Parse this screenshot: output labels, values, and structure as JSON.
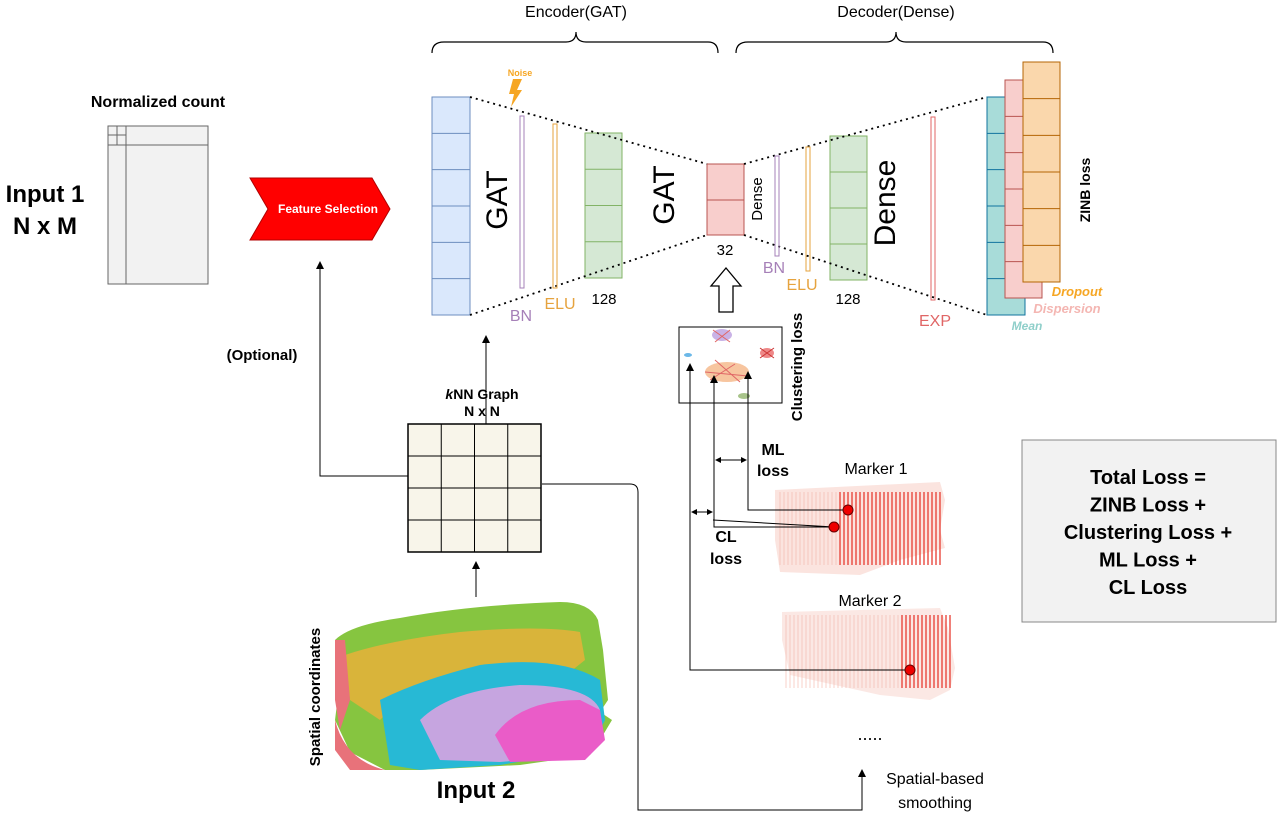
{
  "colors": {
    "blue_block": "#dae8fc",
    "blue_stroke": "#6c8ebf",
    "green_block": "#d5e8d4",
    "green_stroke": "#82b366",
    "pink_block": "#f8cecc",
    "pink_stroke": "#b85450",
    "teal_block": "#a8dcd9",
    "teal_stroke": "#10739e",
    "orange_block": "#fad7ac",
    "orange_stroke": "#b46504",
    "feature_red": "#ff0000",
    "bn_purple": "#a680b8",
    "elu_orange": "#e6a33e",
    "exp_red": "#e06666",
    "noise_orange": "#f6a623",
    "spot_red": "#e8443a"
  },
  "labels": {
    "encoder": "Encoder(GAT)",
    "decoder": "Decoder(Dense)",
    "normalized_count": "Normalized count",
    "input1_line1": "Input 1",
    "input1_line2": "N x M",
    "feature_selection": "Feature Selection",
    "optional": "(Optional)",
    "knn_k": "k",
    "knn_rest": "NN Graph",
    "knn_dims": "N x N",
    "spatial_coordinates": "Spatial coordinates",
    "input2": "Input 2",
    "noise": "Noise",
    "gat1": "GAT",
    "gat2": "GAT",
    "bn1": "BN",
    "elu1": "ELU",
    "dim128_enc": "128",
    "dim32": "32",
    "dense_small": "Dense",
    "bn2": "BN",
    "elu2": "ELU",
    "dim128_dec": "128",
    "dense_big": "Dense",
    "exp": "EXP",
    "zinb_loss": "ZINB loss",
    "dropout": "Dropout",
    "dispersion": "Dispersion",
    "mean": "Mean",
    "clustering_loss": "Clustering loss",
    "ml_loss_1": "ML",
    "ml_loss_2": "loss",
    "cl_loss_1": "CL",
    "cl_loss_2": "loss",
    "marker1": "Marker 1",
    "marker2": "Marker 2",
    "ellipsis": ".....",
    "smoothing_1": "Spatial-based",
    "smoothing_2": "smoothing",
    "total_loss": [
      "Total Loss =",
      "ZINB Loss +",
      "Clustering Loss +",
      "ML Loss +",
      "CL Loss"
    ]
  }
}
